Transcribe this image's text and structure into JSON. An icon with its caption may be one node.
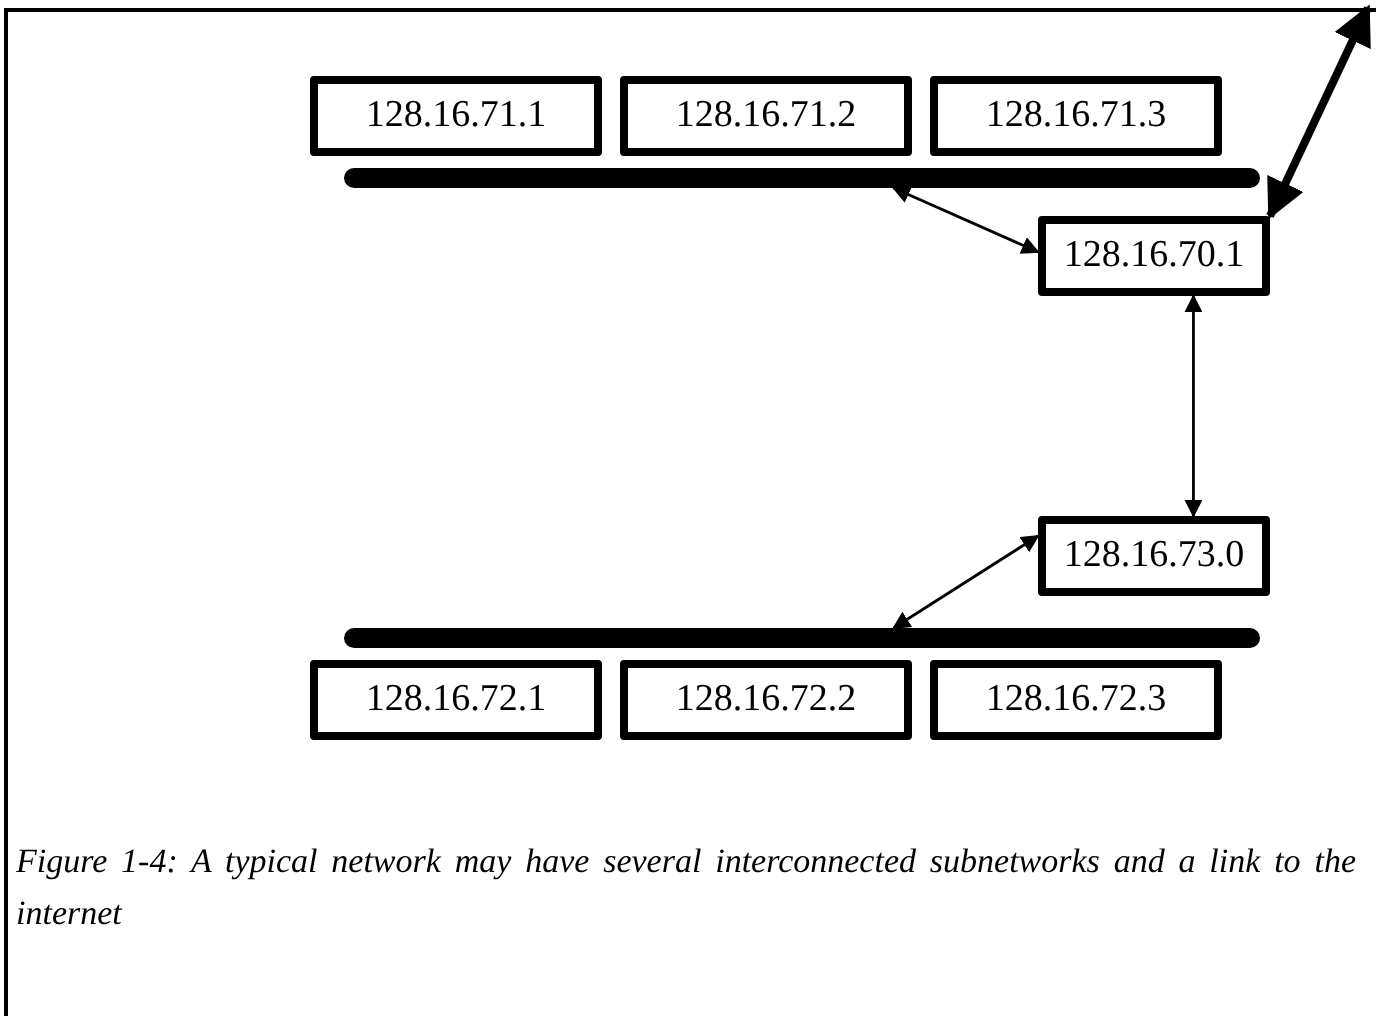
{
  "diagram": {
    "caption": "Figure 1-4: A typical network may have several interconnected subnetworks and a link to the internet",
    "nodes": [
      {
        "text": [
          "128.16.71.1"
        ]
      },
      {
        "text": [
          "128.16.71.2"
        ]
      },
      {
        "text": [
          "128.16.71.3"
        ]
      },
      {
        "text": [],
        "shape": "bar"
      },
      {
        "text": [
          "128.16.70.1"
        ]
      },
      {
        "text": [
          "128.16.73.0"
        ]
      },
      {
        "text": [],
        "shape": "bar"
      },
      {
        "text": [
          "128.16.72.1"
        ]
      },
      {
        "text": [
          "128.16.72.2"
        ]
      },
      {
        "text": [
          "128.16.72.3"
        ]
      }
    ],
    "edges": [
      {
        "from": 3,
        "to": 4,
        "arrow": "both"
      },
      {
        "from": 4,
        "to": null,
        "arrow": "both",
        "style": "thick"
      },
      {
        "from": 4,
        "to": 5,
        "arrow": "both"
      },
      {
        "from": 5,
        "to": 6,
        "arrow": "both"
      }
    ]
  }
}
